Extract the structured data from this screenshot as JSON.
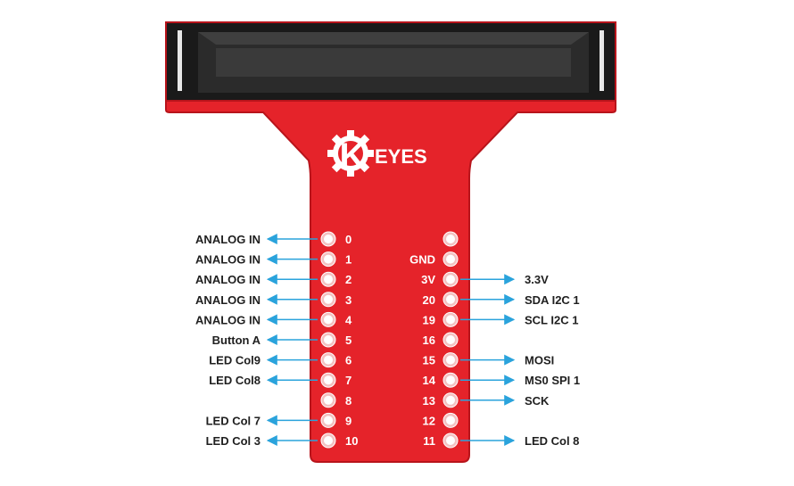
{
  "brand": {
    "big_letter": "K",
    "rest": "EYES"
  },
  "colors": {
    "board": "#e5232a",
    "board_edge": "#b8141b",
    "connector": "#1a1a1a",
    "slot": "#3a3a3a",
    "arrow": "#2aa3dc",
    "pin_ring": "#f3c2c2",
    "pin_hole": "#ffffff"
  },
  "left_pins": [
    {
      "number": "0",
      "label": "ANALOG IN"
    },
    {
      "number": "1",
      "label": "ANALOG IN"
    },
    {
      "number": "2",
      "label": "ANALOG IN"
    },
    {
      "number": "3",
      "label": "ANALOG IN"
    },
    {
      "number": "4",
      "label": "ANALOG IN"
    },
    {
      "number": "5",
      "label": "Button A"
    },
    {
      "number": "6",
      "label": "LED Col9"
    },
    {
      "number": "7",
      "label": "LED Col8"
    },
    {
      "number": "8",
      "label": ""
    },
    {
      "number": "9",
      "label": "LED Col 7"
    },
    {
      "number": "10",
      "label": "LED Col 3"
    }
  ],
  "right_pins": [
    {
      "number": "",
      "label": ""
    },
    {
      "number": "GND",
      "label": ""
    },
    {
      "number": "3V",
      "label": "3.3V"
    },
    {
      "number": "20",
      "label": "SDA I2C 1"
    },
    {
      "number": "19",
      "label": "SCL I2C 1"
    },
    {
      "number": "16",
      "label": ""
    },
    {
      "number": "15",
      "label": "MOSI"
    },
    {
      "number": "14",
      "label": "MS0 SPI 1"
    },
    {
      "number": "13",
      "label": "SCK"
    },
    {
      "number": "12",
      "label": ""
    },
    {
      "number": "11",
      "label": "LED Col 8"
    }
  ]
}
